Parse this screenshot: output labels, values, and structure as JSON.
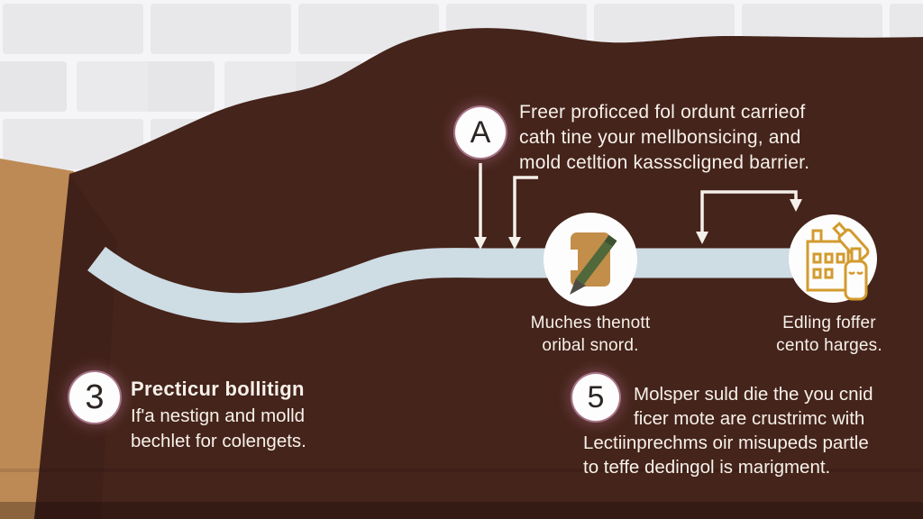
{
  "figure": {
    "type": "underground-pipe-infographic",
    "colors": {
      "soil": "#45241b",
      "soil_bottom_shadow": "#2e1810",
      "bank_tan": "#bd8a55",
      "brick": "#e8e8ea",
      "mortar": "#f5f5f7",
      "pipe": "#cedce4",
      "circle_white": "#fefdfd",
      "ring_pink": "#dfaec8",
      "text": "#f6f1ea",
      "icon_amber": "#d29b2e",
      "clipboard_tan": "#c28e4a",
      "pen_green": "#50683a"
    }
  },
  "marker_a": {
    "label": "A",
    "lines": [
      "Freer proficced fol ordunt carrieof",
      "cath tine your mellbonsicing, and",
      "mold cetltion kassscligned barrier."
    ]
  },
  "stations": {
    "mid": {
      "icon": "clipboard-pencil-icon",
      "caption": [
        "Muches thenott",
        "oribal snord."
      ]
    },
    "right": {
      "icon": "factory-bottle-icon",
      "caption": [
        "Edling foffer",
        "cento harges."
      ]
    }
  },
  "items": {
    "three": {
      "number": "3",
      "title": "Precticur bollitign",
      "lines": [
        "If'a nestign and molld",
        "bechlet for colengets."
      ]
    },
    "five": {
      "number": "5",
      "lines": [
        "Molsper suld die the you cnid",
        "ficer mote are crustrimc with",
        "Lectiinprechms oir misupeds partle",
        "to teffe dedingol is marigment."
      ]
    }
  }
}
